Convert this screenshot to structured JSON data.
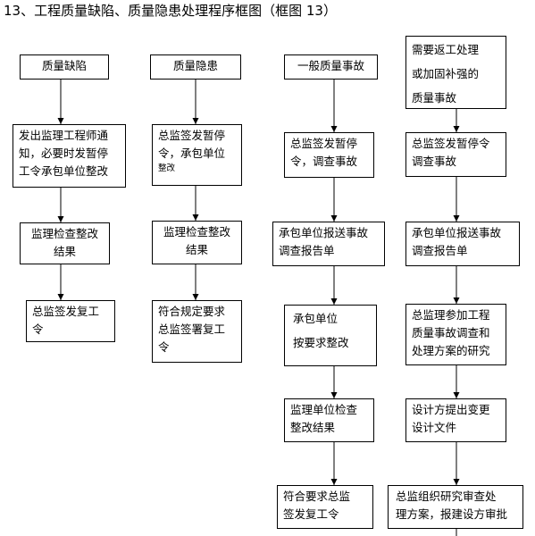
{
  "title": "13、工程质量缺陷、质量隐患处理程序框图（框图 13）",
  "columns": [
    {
      "id": "defect",
      "nodes": [
        [
          "质量缺陷"
        ],
        [
          "发出监理工程师通",
          "知，必要时发暂停",
          "工令承包单位整改"
        ],
        [
          "监理检查整改",
          "结果"
        ],
        [
          "总监签发复工",
          "令"
        ]
      ]
    },
    {
      "id": "hazard",
      "nodes": [
        [
          "质量隐患"
        ],
        [
          "总监签发暂停",
          "令，承包单位",
          "整改"
        ],
        [
          "监理检查整改",
          "结果"
        ],
        [
          "符合规定要求",
          "总监签署复工",
          "令"
        ]
      ]
    },
    {
      "id": "general",
      "nodes": [
        [
          "一般质量事故"
        ],
        [
          "总监签发暂停",
          "令，调查事故"
        ],
        [
          "承包单位报送事故",
          "调查报告单"
        ],
        [
          "承包单位",
          "按要求整改"
        ],
        [
          "监理单位检查",
          "整改结果"
        ],
        [
          "符合要求总监",
          "签发复工令"
        ]
      ]
    },
    {
      "id": "rework",
      "nodes": [
        [
          "需要返工处理",
          "或加固补强的",
          "质量事故"
        ],
        [
          "总监签发暂停令",
          "调查事故"
        ],
        [
          "承包单位报送事故",
          "调查报告单"
        ],
        [
          "总监理参加工程",
          "质量事故调查和",
          "处理方案的研究"
        ],
        [
          "设计方提出变更",
          "设计文件"
        ],
        [
          "总监组织研究审查处",
          "理方案，报建设方审批"
        ]
      ]
    }
  ]
}
